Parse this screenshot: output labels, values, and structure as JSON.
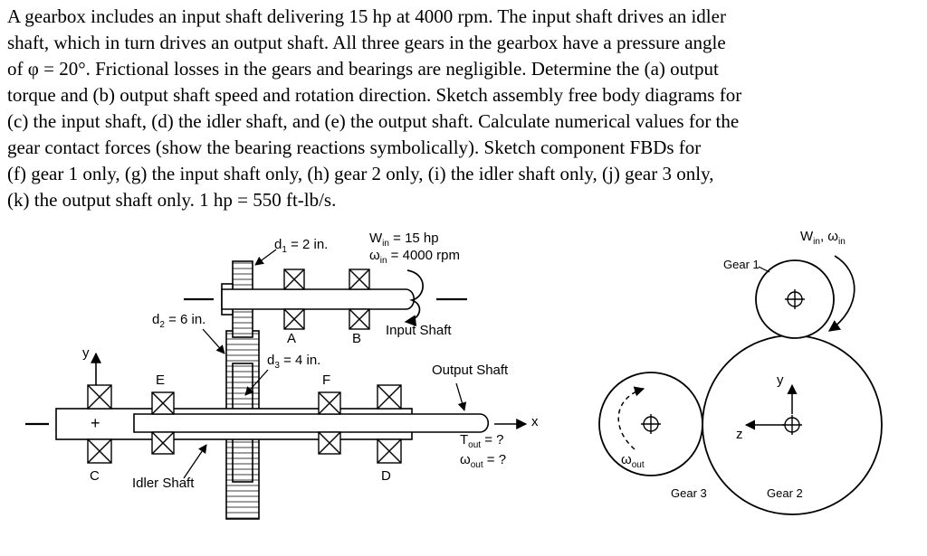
{
  "problem": {
    "lines": [
      "A gearbox includes an input shaft delivering 15 hp at 4000 rpm. The input shaft drives an idler",
      "shaft, which in turn drives an output shaft. All three gears in the gearbox have a pressure angle",
      "of φ = 20°. Frictional losses in the gears and bearings are negligible. Determine the (a) output",
      "torque and (b) output shaft speed and rotation direction. Sketch assembly free body diagrams for",
      "(c) the input shaft, (d) the idler shaft, and (e) the output shaft. Calculate numerical values for the",
      "gear contact forces (show the bearing reactions symbolically). Sketch component FBDs for",
      "(f) gear 1 only, (g) the input shaft only, (h) gear 2 only, (i) the idler shaft only, (j) gear 3 only,",
      "(k) the output shaft only. 1 hp = 550 ft-lb/s."
    ]
  },
  "diagram_left": {
    "d1": {
      "base": "d",
      "sub": "1",
      "rest": " = 2 in."
    },
    "d2": {
      "base": "d",
      "sub": "2",
      "rest": " = 6 in."
    },
    "d3": {
      "base": "d",
      "sub": "3",
      "rest": " = 4 in."
    },
    "power_in": {
      "base": "W",
      "sub": "in",
      "rest": " = 15 hp"
    },
    "speed_in": {
      "base": "ω",
      "sub": "in",
      "rest": " = 4000 rpm"
    },
    "torque_out": {
      "base": "T",
      "sub": "out",
      "rest": " = ?"
    },
    "speed_out": {
      "base": "ω",
      "sub": "out",
      "rest": " = ?"
    },
    "input_shaft_label": "Input Shaft",
    "output_shaft_label": "Output Shaft",
    "idler_shaft_label": "Idler Shaft",
    "bearings": {
      "A": "A",
      "B": "B",
      "C": "C",
      "D": "D",
      "E": "E",
      "F": "F"
    },
    "axes": {
      "x": "x",
      "y": "y",
      "origin": "+"
    }
  },
  "diagram_right": {
    "win_label": {
      "base": "W",
      "sub": "in",
      "mid": ", ω",
      "sub2": "in"
    },
    "omega_out": {
      "base": "ω",
      "sub": "out"
    },
    "gear1_label": "Gear 1",
    "gear2_label": "Gear 2",
    "gear3_label": "Gear 3",
    "axes": {
      "y": "y",
      "z": "z"
    }
  }
}
